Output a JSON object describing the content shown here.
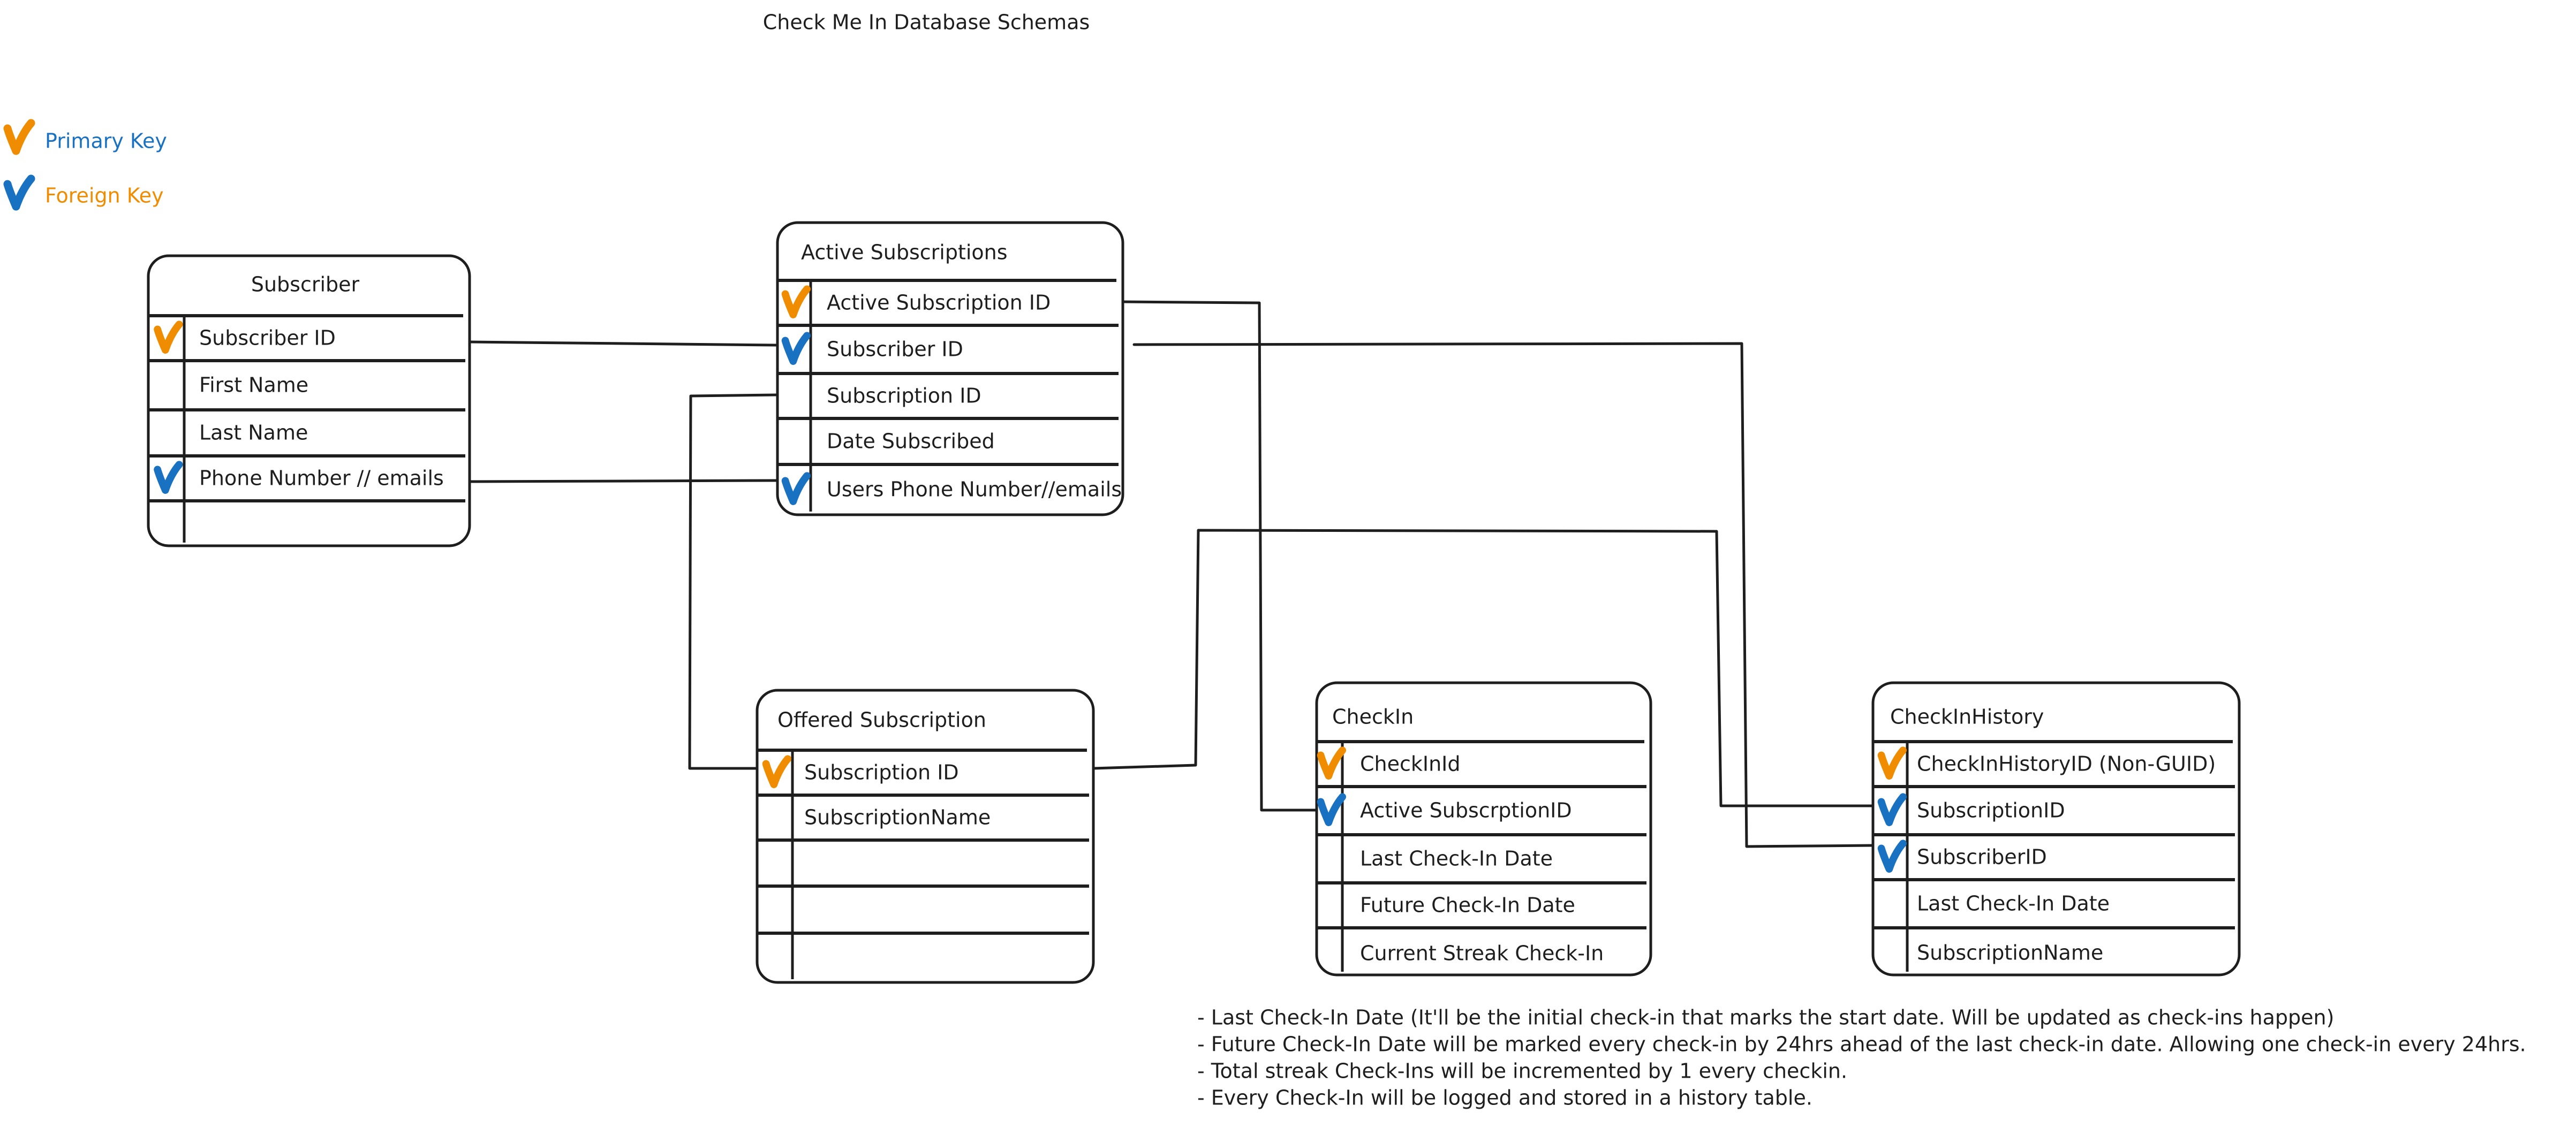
{
  "title": "Check Me In Database Schemas",
  "legend": {
    "primary_key": {
      "label": "Primary Key",
      "label_color": "#1971c2",
      "icon": "orange-check-icon"
    },
    "foreign_key": {
      "label": "Foreign Key",
      "label_color": "#f08c00",
      "icon": "blue-check-icon"
    }
  },
  "colors": {
    "ink": "#1e1e1e",
    "primary_key_mark": "#f08c00",
    "foreign_key_mark": "#1971c2"
  },
  "tables": {
    "subscriber": {
      "title": "Subscriber",
      "fields": [
        {
          "name": "Subscriber ID",
          "key": "pk"
        },
        {
          "name": "First Name",
          "key": ""
        },
        {
          "name": "Last Name",
          "key": ""
        },
        {
          "name": "Phone Number // emails",
          "key": "fk"
        },
        {
          "name": "",
          "key": ""
        }
      ]
    },
    "active_subscriptions": {
      "title": "Active Subscriptions",
      "fields": [
        {
          "name": "Active Subscription ID",
          "key": "pk"
        },
        {
          "name": "Subscriber ID",
          "key": "fk"
        },
        {
          "name": "Subscription ID",
          "key": ""
        },
        {
          "name": "Date Subscribed",
          "key": ""
        },
        {
          "name": "Users Phone Number//emails",
          "key": "fk"
        }
      ]
    },
    "offered_subscription": {
      "title": "Offered Subscription",
      "fields": [
        {
          "name": "Subscription ID",
          "key": "pk"
        },
        {
          "name": "SubscriptionName",
          "key": ""
        },
        {
          "name": "",
          "key": ""
        },
        {
          "name": "",
          "key": ""
        },
        {
          "name": "",
          "key": ""
        }
      ]
    },
    "checkin": {
      "title": "CheckIn",
      "fields": [
        {
          "name": "CheckInId",
          "key": "pk"
        },
        {
          "name": "Active SubscrptionID",
          "key": "fk"
        },
        {
          "name": "Last Check-In Date",
          "key": ""
        },
        {
          "name": "Future Check-In Date",
          "key": ""
        },
        {
          "name": "Current Streak Check-In",
          "key": ""
        }
      ]
    },
    "checkin_history": {
      "title": "CheckInHistory",
      "fields": [
        {
          "name": "CheckInHistoryID (Non-GUID)",
          "key": "pk"
        },
        {
          "name": "SubscriptionID",
          "key": "fk"
        },
        {
          "name": "SubscriberID",
          "key": "fk"
        },
        {
          "name": "Last Check-In Date",
          "key": ""
        },
        {
          "name": "SubscriptionName",
          "key": ""
        }
      ]
    }
  },
  "notes": [
    "- Last Check-In Date (It'll be the initial check-in that marks the start date. Will be updated as check-ins happen)",
    "- Future Check-In Date will be marked every check-in by 24hrs ahead of the last check-in date. Allowing one check-in every 24hrs.",
    "- Total streak Check-Ins will be incremented by 1 every checkin.",
    "- Every Check-In will be logged and stored in a history table."
  ]
}
